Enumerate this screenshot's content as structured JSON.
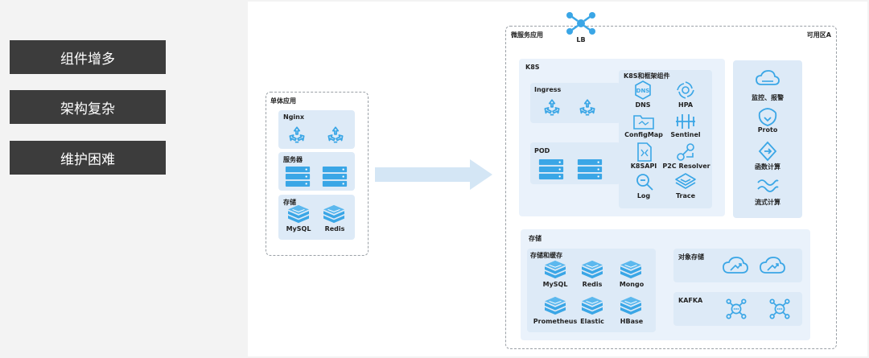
{
  "sidebar": {
    "tags": [
      "组件增多",
      "架构复杂",
      "维护困难"
    ]
  },
  "mono": {
    "title": "单体应用",
    "nginx": "Nginx",
    "servers": "服务器",
    "storage": "存储",
    "mysql": "MySQL",
    "redis": "Redis"
  },
  "micro": {
    "title": "微服务应用",
    "lb": "LB",
    "az": "可用区A",
    "k8s": "K8S",
    "ingress": "Ingress",
    "pod": "POD",
    "k8s_components": "K8S和框架组件",
    "components": [
      "DNS",
      "HPA",
      "ConfigMap",
      "Sentinel",
      "K8SAPI",
      "P2C Resolver",
      "Log",
      "Trace"
    ],
    "services": [
      "监控、报警",
      "Proto",
      "函数计算",
      "流式计算"
    ],
    "storage": "存储",
    "storage_cache": "存储和缓存",
    "stores": [
      "MySQL",
      "Redis",
      "Mongo",
      "Prometheus",
      "Elastic",
      "HBase"
    ],
    "object_storage": "对象存储",
    "kafka": "KAFKA"
  },
  "colors": {
    "icon": "#3aa6e6",
    "box": "#ddeaf7",
    "arrow": "#d4e6f5",
    "tag": "#3c3c3c"
  }
}
